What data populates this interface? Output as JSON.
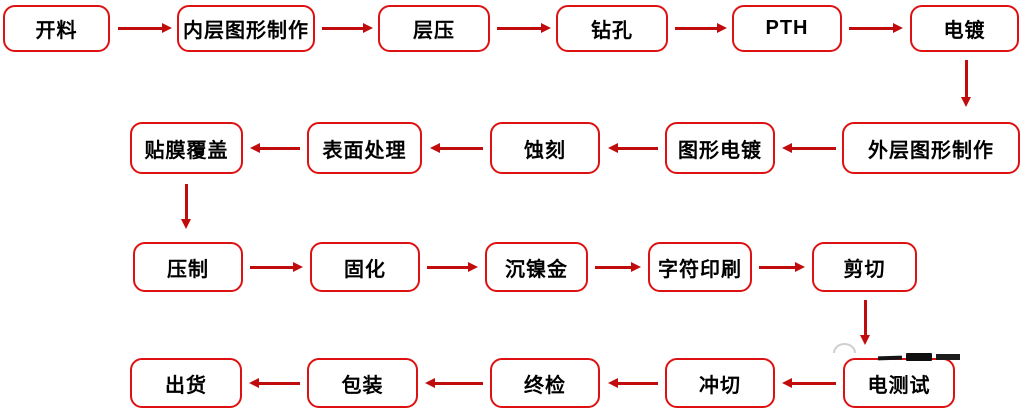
{
  "flow": {
    "description": "PCB manufacturing process flowchart",
    "rows": [
      {
        "direction": "left-to-right",
        "nodes": [
          "开料",
          "内层图形制作",
          "层压",
          "钻孔",
          "PTH",
          "电镀"
        ]
      },
      {
        "direction": "right-to-left",
        "nodes": [
          "外层图形制作",
          "图形电镀",
          "蚀刻",
          "表面处理",
          "贴膜覆盖"
        ]
      },
      {
        "direction": "left-to-right",
        "nodes": [
          "压制",
          "固化",
          "沉镍金",
          "字符印刷",
          "剪切"
        ]
      },
      {
        "direction": "right-to-left",
        "nodes": [
          "电测试",
          "冲切",
          "终检",
          "包装",
          "出货"
        ]
      }
    ],
    "colors": {
      "box_border": "#dd1111",
      "arrow": "#c00c0c",
      "text": "#000000",
      "background": "#ffffff"
    }
  }
}
